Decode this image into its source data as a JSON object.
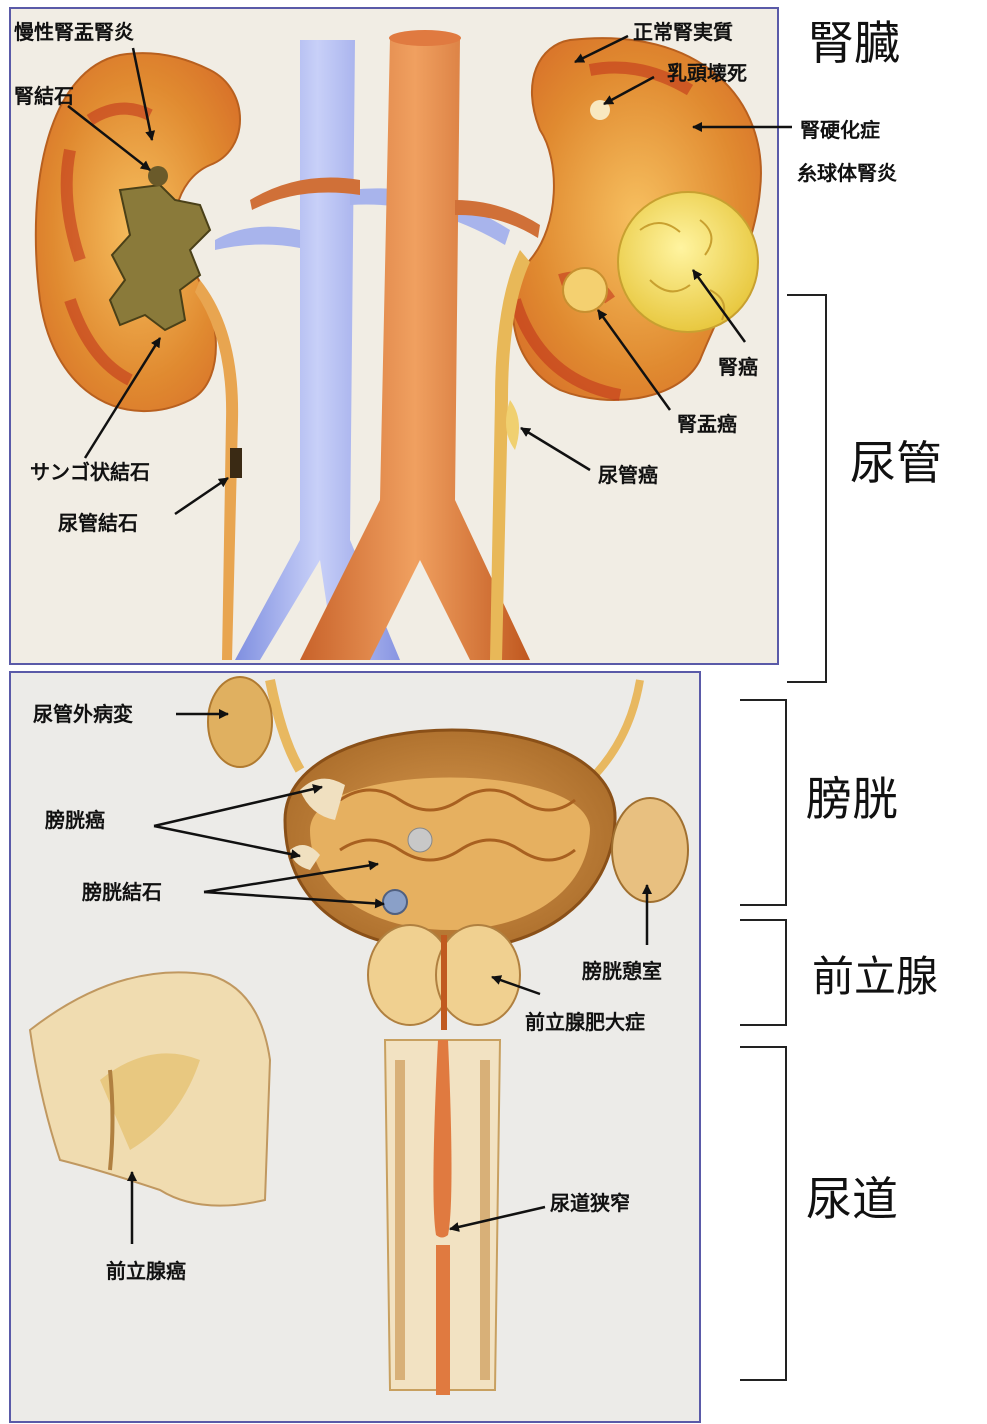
{
  "sections": {
    "kidney": "腎臓",
    "ureter": "尿管",
    "bladder": "膀胱",
    "prostate": "前立腺",
    "urethra": "尿道"
  },
  "labels": {
    "chronic_pyelonephritis": "慢性腎盂腎炎",
    "kidney_stone": "腎結石",
    "staghorn_stone": "サンゴ状結石",
    "ureteral_stone": "尿管結石",
    "normal_parenchyma": "正常腎実質",
    "papillary_necrosis": "乳頭壊死",
    "nephrosclerosis": "腎硬化症",
    "glomerulonephritis": "糸球体腎炎",
    "renal_cancer": "腎癌",
    "renal_pelvis_cancer": "腎盂癌",
    "ureteral_cancer": "尿管癌",
    "extraureteral_lesion": "尿管外病変",
    "bladder_cancer": "膀胱癌",
    "bladder_stone": "膀胱結石",
    "bladder_diverticulum": "膀胱憩室",
    "bph": "前立腺肥大症",
    "urethral_stricture": "尿道狭窄",
    "prostate_cancer": "前立腺癌"
  }
}
